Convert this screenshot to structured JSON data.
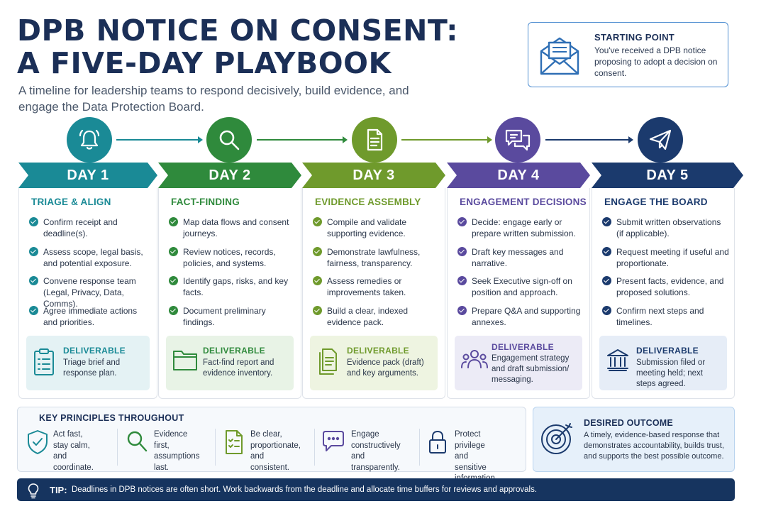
{
  "header": {
    "title_line1": "DPB NOTICE ON CONSENT:",
    "title_line2": "A FIVE-DAY PLAYBOOK",
    "subtitle": "A timeline for leadership teams to respond decisively, build evidence, and engage the Data Protection Board."
  },
  "starting_point": {
    "title": "STARTING POINT",
    "text": "You've received a DPB notice proposing to adopt a decision on consent.",
    "icon": "envelope-icon"
  },
  "days": [
    {
      "label": "DAY 1",
      "title": "TRIAGE & ALIGN",
      "color": "#1a8a96",
      "light": "#e4f2f4",
      "icon": "bell-icon",
      "items": [
        "Confirm receipt and deadline(s).",
        "Assess scope, legal basis, and potential exposure.",
        "Convene response team (Legal, Privacy, Data, Comms).",
        "Agree immediate actions and priorities."
      ],
      "deliverable_label": "DELIVERABLE",
      "deliverable_text": "Triage brief and response plan.",
      "deliverable_icon": "clipboard-icon"
    },
    {
      "label": "DAY 2",
      "title": "FACT-FINDING",
      "color": "#2f8a3c",
      "light": "#e8f3e6",
      "icon": "magnifier-icon",
      "items": [
        "Map data flows and consent journeys.",
        "Review notices, records, policies, and systems.",
        "Identify gaps, risks, and key facts.",
        "Document preliminary findings."
      ],
      "deliverable_label": "DELIVERABLE",
      "deliverable_text": "Fact-find report and evidence inventory.",
      "deliverable_icon": "folder-icon"
    },
    {
      "label": "DAY 3",
      "title": "EVIDENCE ASSEMBLY",
      "color": "#6f9a2c",
      "light": "#eef4e1",
      "icon": "document-icon",
      "items": [
        "Compile and validate supporting evidence.",
        "Demonstrate lawfulness, fairness, transparency.",
        "Assess remedies or improvements taken.",
        "Build a clear, indexed evidence pack."
      ],
      "deliverable_label": "DELIVERABLE",
      "deliverable_text": "Evidence pack (draft) and key arguments.",
      "deliverable_icon": "documents-icon"
    },
    {
      "label": "DAY 4",
      "title": "ENGAGEMENT DECISIONS",
      "color": "#5a4a9e",
      "light": "#ecebf6",
      "icon": "chat-icon",
      "items": [
        "Decide: engage early or prepare written submission.",
        "Draft key messages and narrative.",
        "Seek Executive sign-off on position and approach.",
        "Prepare Q&A and supporting annexes."
      ],
      "deliverable_label": "DELIVERABLE",
      "deliverable_text": "Engagement strategy and draft submission/ messaging.",
      "deliverable_icon": "people-icon"
    },
    {
      "label": "DAY 5",
      "title": "ENGAGE THE BOARD",
      "color": "#1b3a6d",
      "light": "#e6edf7",
      "icon": "paper-plane-icon",
      "items": [
        "Submit written observations (if applicable).",
        "Request meeting if useful and proportionate.",
        "Present facts, evidence, and proposed solutions.",
        "Confirm next steps and timelines."
      ],
      "deliverable_label": "DELIVERABLE",
      "deliverable_text": "Submission filed or meeting held; next steps agreed.",
      "deliverable_icon": "institution-icon"
    }
  ],
  "principles": {
    "title": "KEY PRINCIPLES THROUGHOUT",
    "items": [
      {
        "text": "Act fast,\nstay calm,\nand coordinate.",
        "icon": "shield-icon"
      },
      {
        "text": "Evidence first,\nassumptions\nlast.",
        "icon": "magnifier-icon"
      },
      {
        "text": "Be clear,\nproportionate,\nand consistent.",
        "icon": "checklist-icon"
      },
      {
        "text": "Engage\nconstructively\nand transparently.",
        "icon": "chat-icon"
      },
      {
        "text": "Protect privilege\nand sensitive\ninformation.",
        "icon": "lock-icon"
      }
    ]
  },
  "outcome": {
    "title": "DESIRED OUTCOME",
    "text": "A timely, evidence-based response that demonstrates accountability, builds trust, and supports the best possible outcome.",
    "icon": "target-icon"
  },
  "tip": {
    "label": "TIP:",
    "text": "Deadlines in DPB notices are often short. Work backwards from the deadline and allocate time buffers for reviews and approvals.",
    "icon": "lightbulb-icon"
  }
}
